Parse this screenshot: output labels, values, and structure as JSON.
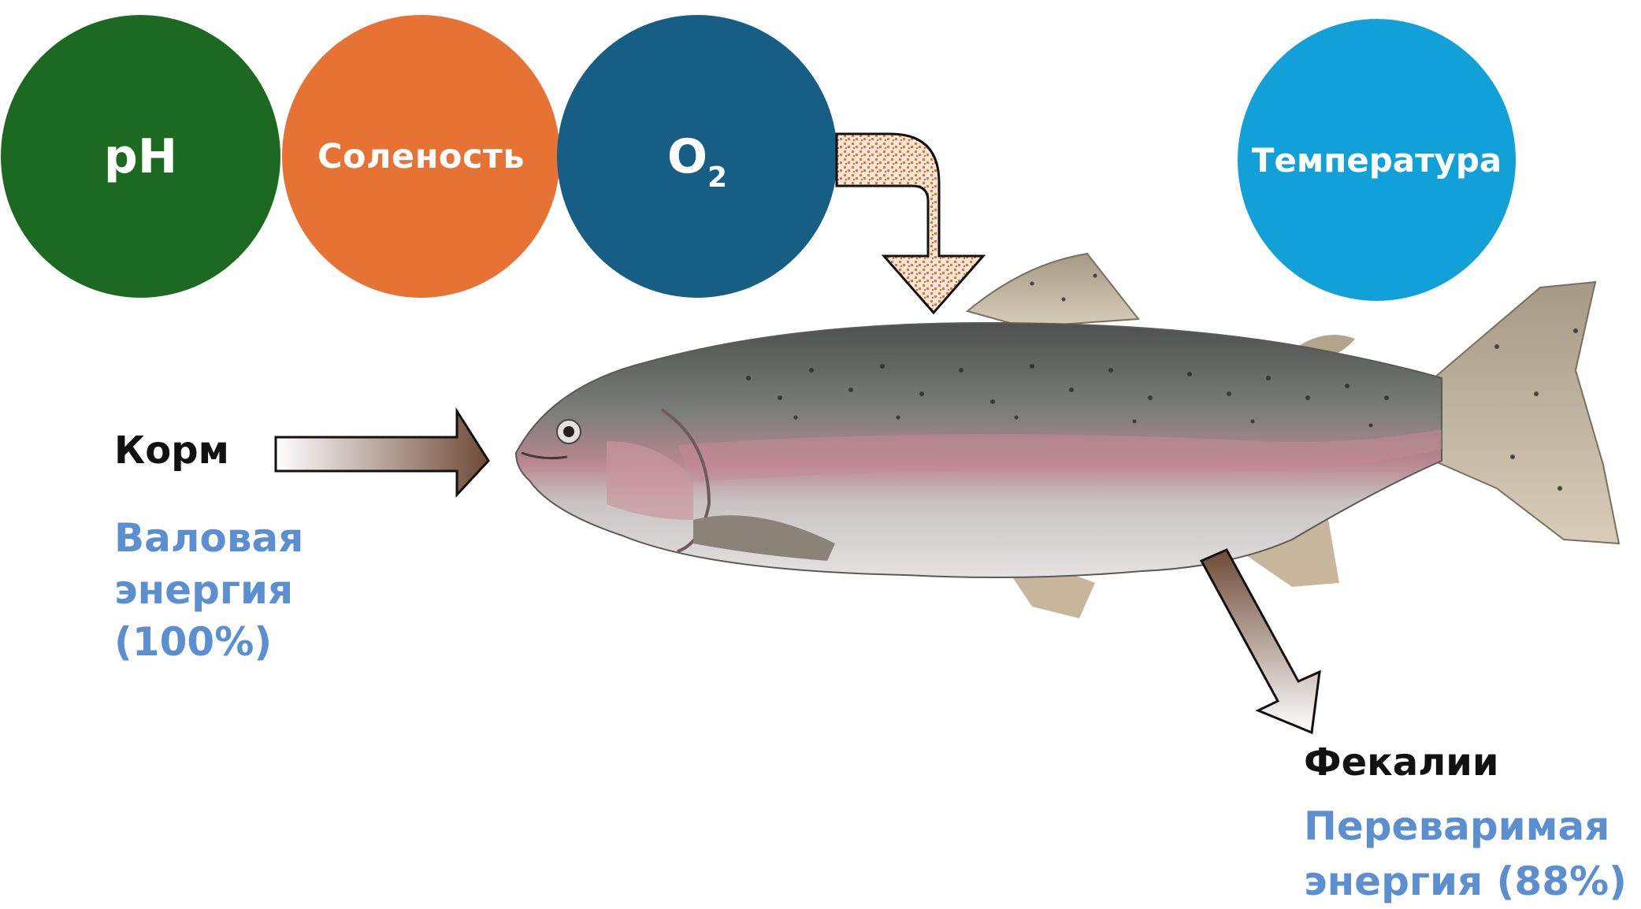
{
  "factors": {
    "ph": {
      "label": "pH",
      "color": "#1c6a22"
    },
    "salinity": {
      "label": "Соленость",
      "color": "#e67233"
    },
    "oxygen": {
      "label_main": "O",
      "label_sub": "2",
      "color": "#165e83"
    },
    "temperature": {
      "label": "Температура",
      "color": "#12a0d8"
    }
  },
  "input": {
    "label": "Корм",
    "energy_line1": "Валовая",
    "energy_line2": "энергия",
    "energy_line3": "(100%)"
  },
  "output": {
    "label": "Фекалии",
    "energy_line1": "Переваримая",
    "energy_line2": "энергия (88%)"
  },
  "colors": {
    "energy_text": "#5b8fd0",
    "arrow_brown": "#6e4a36",
    "arrow_pattern": "#e67233"
  }
}
